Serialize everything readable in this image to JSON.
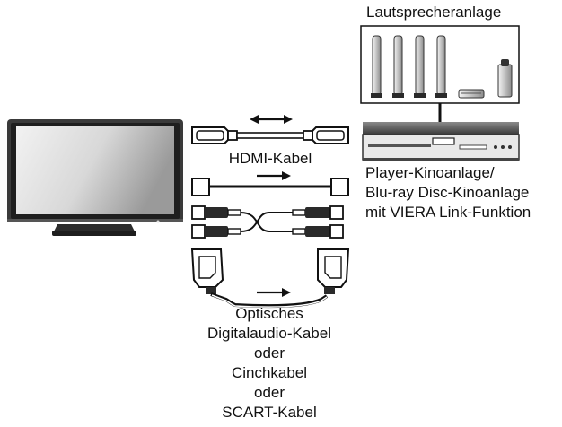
{
  "speaker_system_label": "Lautsprecheranlage",
  "hdmi_cable_label": "HDMI-Kabel",
  "player_label_lines": [
    "Player-Kinoanlage/",
    "Blu-ray Disc-Kinoanlage",
    "mit VIERA Link-Funktion"
  ],
  "cable_options_lines": [
    "Optisches",
    "Digitalaudio-Kabel",
    "oder",
    "Cinchkabel",
    "oder",
    "SCART-Kabel"
  ],
  "icons": [
    "tv-icon",
    "speaker-system-icon",
    "player-icon",
    "hdmi-connector-icon",
    "optical-connector-icon",
    "rca-connector-icon",
    "scart-connector-icon",
    "arrow-icon"
  ],
  "colors": {
    "line": "#111111",
    "screen_light": "#f4f4f4",
    "screen_dark": "#8a8a8a",
    "tv_body": "#3a3a3a"
  }
}
